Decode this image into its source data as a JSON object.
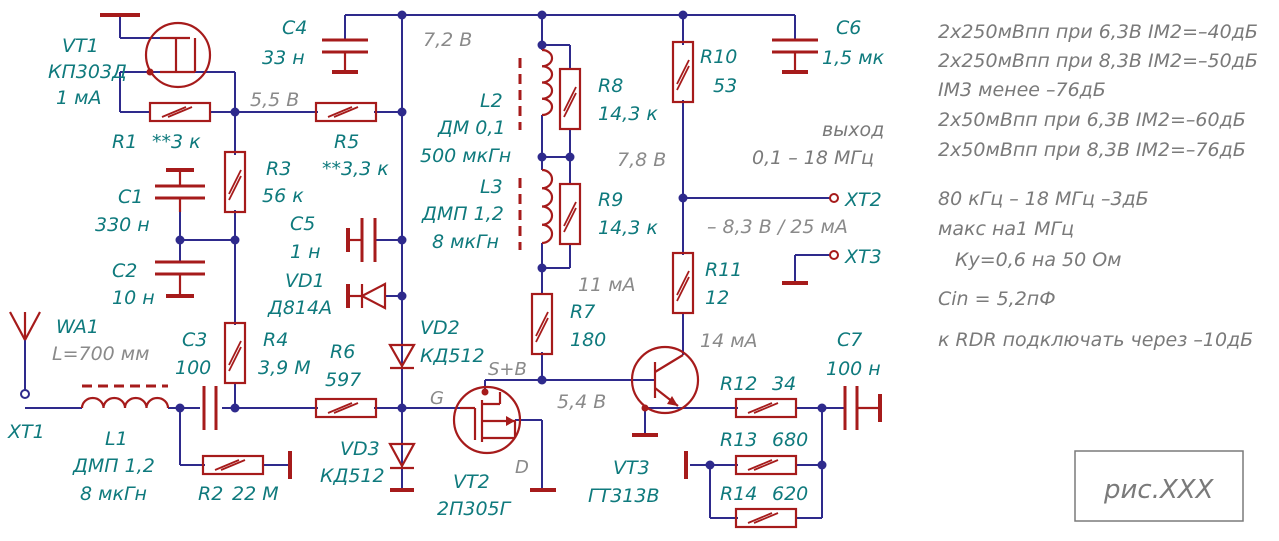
{
  "parts": {
    "vt1": {
      "ref": "VT1",
      "type": "КП303Д",
      "current": "1 мА"
    },
    "r1": {
      "ref": "R1",
      "value": "**3 к"
    },
    "c4": {
      "ref": "C4",
      "value": "33 н"
    },
    "r3": {
      "ref": "R3",
      "value": "56 к"
    },
    "r5": {
      "ref": "R5",
      "value": "**3,3 к"
    },
    "c1": {
      "ref": "C1",
      "value": "330 н"
    },
    "c2": {
      "ref": "C2",
      "value": "10 н"
    },
    "c5": {
      "ref": "C5",
      "value": "1 н"
    },
    "vd1": {
      "ref": "VD1",
      "type": "Д814А"
    },
    "wa1": {
      "ref": "WA1",
      "length": "L=700 мм"
    },
    "c3": {
      "ref": "C3",
      "value": "100"
    },
    "r4": {
      "ref": "R4",
      "value": "3,9 М"
    },
    "r6": {
      "ref": "R6",
      "value": "597"
    },
    "vd2": {
      "ref": "VD2",
      "type": "КД512"
    },
    "vd3": {
      "ref": "VD3",
      "type": "КД512"
    },
    "xt1": {
      "ref": "XT1"
    },
    "l1": {
      "ref": "L1",
      "type": "ДМП 1,2",
      "value": "8 мкГн"
    },
    "r2": {
      "ref": "R2",
      "value": "22 М"
    },
    "l2": {
      "ref": "L2",
      "type": "ДМ 0,1",
      "value": "500 мкГн"
    },
    "l3": {
      "ref": "L3",
      "type": "ДМП 1,2",
      "value": "8 мкГн"
    },
    "r8": {
      "ref": "R8",
      "value": "14,3 к"
    },
    "r9": {
      "ref": "R9",
      "value": "14,3 к"
    },
    "r7": {
      "ref": "R7",
      "value": "180"
    },
    "vt2": {
      "ref": "VT2",
      "type": "2П305Г"
    },
    "r10": {
      "ref": "R10",
      "value": "53"
    },
    "c6": {
      "ref": "C6",
      "value": "1,5 мк"
    },
    "xt2": {
      "ref": "XT2"
    },
    "xt3": {
      "ref": "XT3"
    },
    "r11": {
      "ref": "R11",
      "value": "12"
    },
    "vt3": {
      "ref": "VT3",
      "type": "ГТ313В"
    },
    "c7": {
      "ref": "C7",
      "value": "100 н"
    },
    "r12": {
      "ref": "R12",
      "value": "34"
    },
    "r13": {
      "ref": "R13",
      "value": "680"
    },
    "r14": {
      "ref": "R14",
      "value": "620"
    }
  },
  "voltages": {
    "v72": "7,2 В",
    "v55": "5,5 В",
    "v78": "7,8 В",
    "v54": "5,4 В",
    "i11": "11 мА",
    "i14": "14 мА",
    "out_bias": "– 8,3 В / 25 мА"
  },
  "pins": {
    "g": "G",
    "sb": "S+B",
    "d": "D"
  },
  "output": {
    "label": "выход",
    "range": "0,1 – 18 МГц"
  },
  "notes": [
    "2x250мВпп при 6,3В IM2=–40дБ",
    "2x250мВпп при 8,3В IM2=–50дБ",
    "IM3 менее –76дБ",
    "2x50мВпп при 6,3В IM2=–60дБ",
    "2x50мВпп при 8,3В IM2=–76дБ",
    "80 кГц – 18 МГц  –3дБ",
    "макс на1 МГц",
    "Ку=0,6 на 50 Ом",
    "Cin = 5,2пФ",
    "к RDR подключать через –10дБ"
  ],
  "figure_label": "рис.XXX",
  "colors": {
    "wire": "#2e2a8c",
    "component": "#a61b1b",
    "label": "#0f7a7d",
    "note": "#7a7a7a"
  }
}
